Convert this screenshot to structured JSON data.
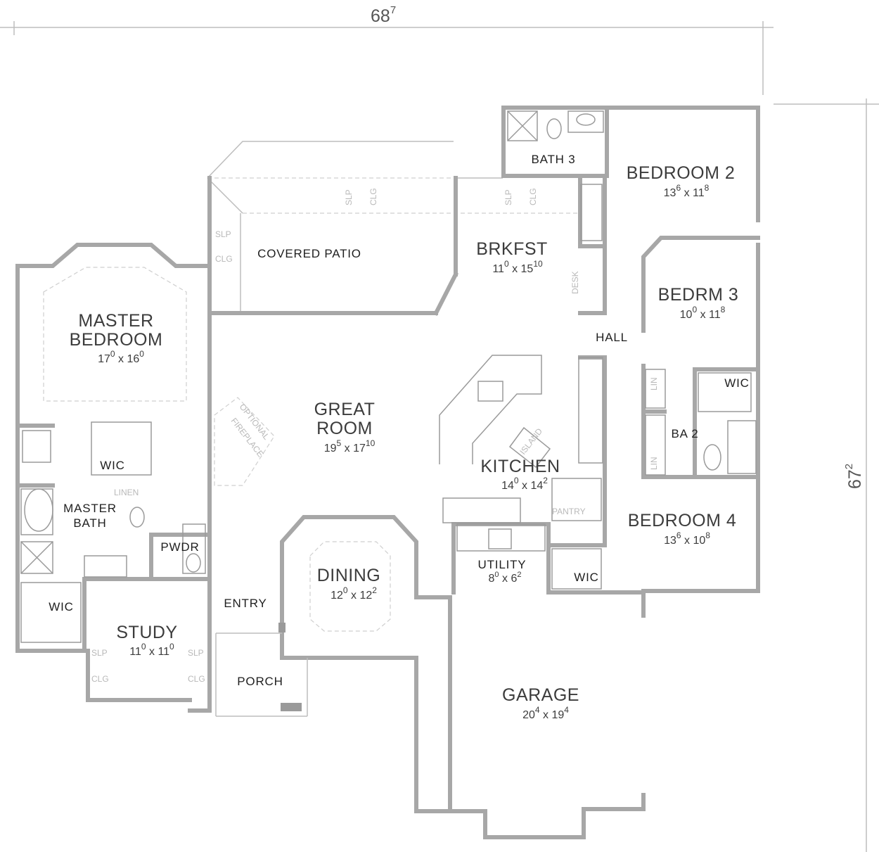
{
  "overall": {
    "width": "68",
    "width_sup": "7",
    "depth": "67",
    "depth_sup": "2"
  },
  "rooms": {
    "bath3": "BATH 3",
    "bedroom2": {
      "name": "BEDROOM 2",
      "w": "13",
      "ws": "6",
      "d": "11",
      "ds": "8"
    },
    "covered_patio": "COVERED PATIO",
    "brkfst": {
      "name": "BRKFST",
      "w": "11",
      "ws": "0",
      "d": "15",
      "ds": "10"
    },
    "bedrm3": {
      "name": "BEDRM 3",
      "w": "10",
      "ws": "0",
      "d": "11",
      "ds": "8"
    },
    "master_bedroom": {
      "line1": "MASTER",
      "line2": "BEDROOM",
      "w": "17",
      "ws": "0",
      "d": "16",
      "ds": "0"
    },
    "hall": "HALL",
    "great_room": {
      "line1": "GREAT",
      "line2": "ROOM",
      "w": "19",
      "ws": "5",
      "d": "17",
      "ds": "10"
    },
    "wic_master": "WIC",
    "wic_bed3": "WIC",
    "ba2": "BA 2",
    "kitchen": {
      "name": "KITCHEN",
      "w": "14",
      "ws": "0",
      "d": "14",
      "ds": "2"
    },
    "master_bath": {
      "line1": "MASTER",
      "line2": "BATH"
    },
    "pwdr": "PWDR",
    "bedroom4": {
      "name": "BEDROOM 4",
      "w": "13",
      "ws": "6",
      "d": "10",
      "ds": "8"
    },
    "utility": {
      "name": "UTILITY",
      "w": "8",
      "ws": "0",
      "d": "6",
      "ds": "2"
    },
    "wic_bed4": "WIC",
    "dining": {
      "name": "DINING",
      "w": "12",
      "ws": "0",
      "d": "12",
      "ds": "2"
    },
    "wic_study": "WIC",
    "entry": "ENTRY",
    "study": {
      "name": "STUDY",
      "w": "11",
      "ws": "0",
      "d": "11",
      "ds": "0"
    },
    "porch": "PORCH",
    "garage": {
      "name": "GARAGE",
      "w": "20",
      "ws": "4",
      "d": "19",
      "ds": "4"
    }
  },
  "notes": {
    "slp": "SLP",
    "clg": "CLG",
    "desk": "DESK",
    "linen": "LINEN",
    "lin": "LIN",
    "island": "ISLAND",
    "pantry": "PANTRY",
    "optional": "OPTIONAL",
    "fireplace": "FIREPLACE"
  },
  "colors": {
    "wall": "#a7a7a7",
    "label": "#3c3c3c",
    "faint": "#b9b9b9"
  }
}
